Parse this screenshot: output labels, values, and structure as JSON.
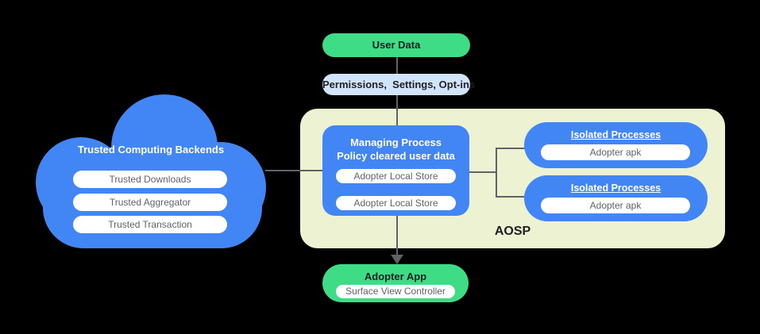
{
  "user_data": {
    "label": "User Data"
  },
  "permissions": {
    "label": "Permissions,  Settings, Opt-ins"
  },
  "cloud": {
    "title": "Trusted Computing Backends",
    "items": [
      "Trusted Downloads",
      "Trusted Aggregator",
      "Trusted Transaction"
    ]
  },
  "aosp": {
    "label": "AOSP",
    "managing_process": {
      "title_line1": "Managing Process",
      "title_line2": "Policy cleared user data",
      "stores": [
        "Adopter Local Store",
        "Adopter Local Store"
      ]
    },
    "isolated_processes": [
      {
        "title": "Isolated Processes",
        "apk": "Adopter apk"
      },
      {
        "title": "Isolated Processes",
        "apk": "Adopter apk"
      }
    ]
  },
  "adopter_app": {
    "title": "Adopter App",
    "controller": "Surface View Controller"
  },
  "colors": {
    "background": "#000000",
    "node_blue": "#4285f4",
    "node_green": "#3edc84",
    "permissions_blue": "#d2e3fc",
    "aosp_background": "#ecf2d2",
    "connector_gray": "#5f6368",
    "pill_text_gray": "#5f6368",
    "dark_text": "#202124",
    "white": "#ffffff"
  }
}
